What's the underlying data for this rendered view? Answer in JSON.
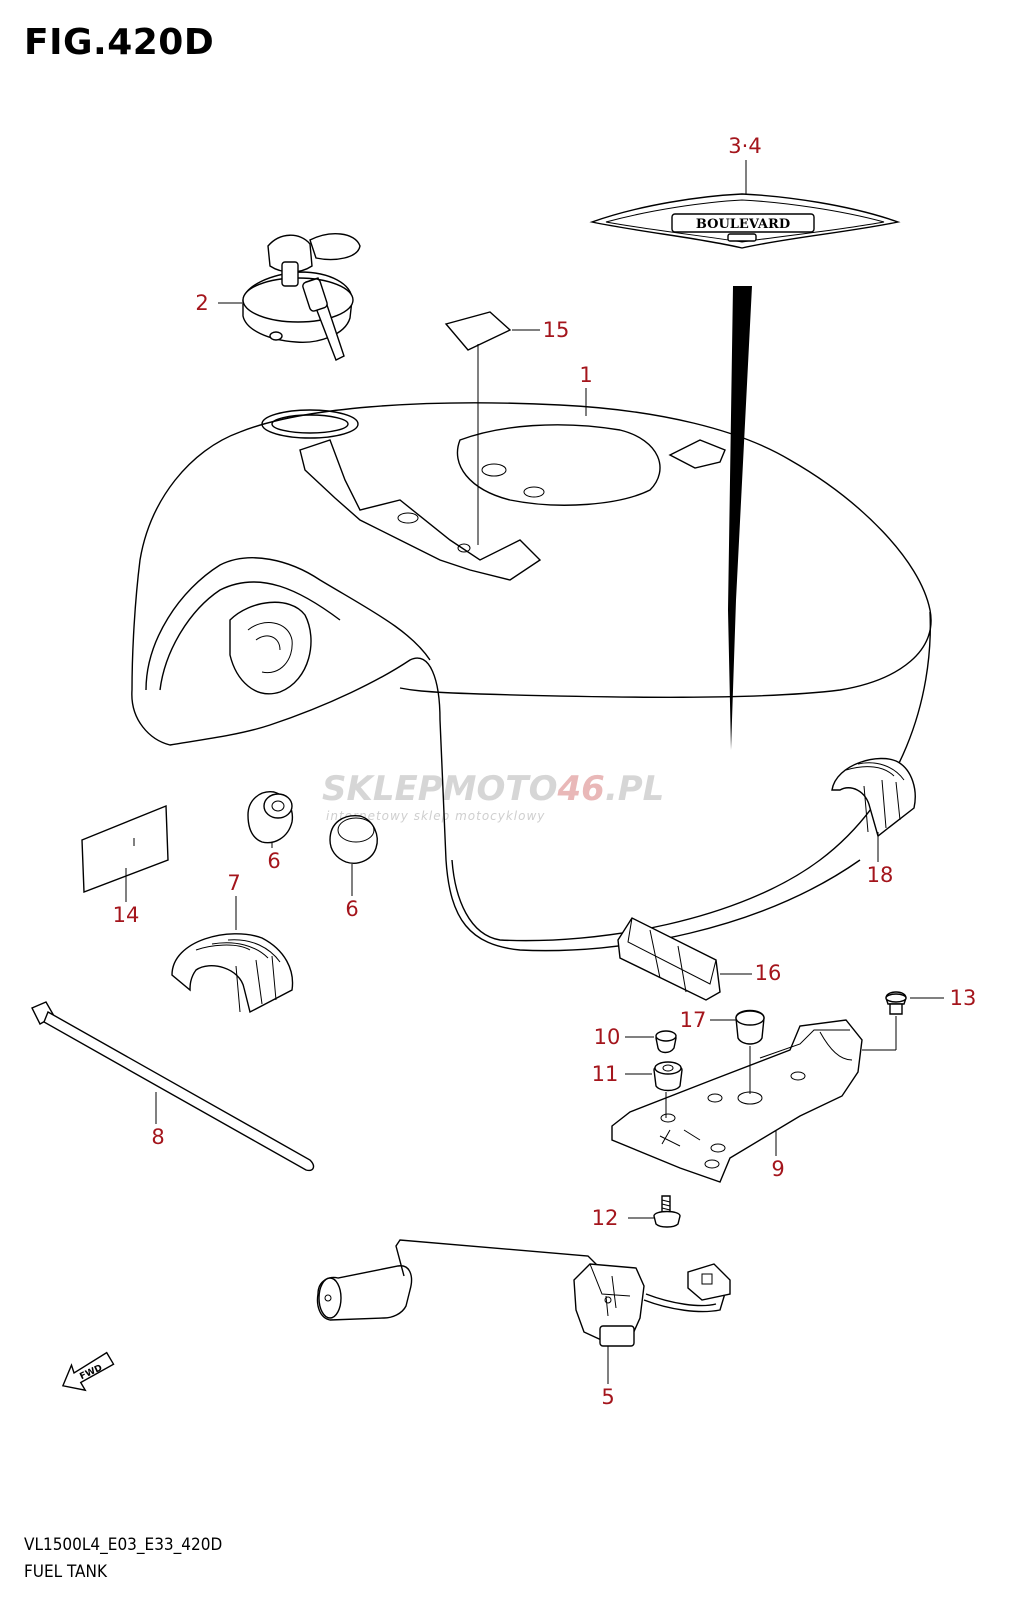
{
  "figure": {
    "title": "FIG.420D",
    "code": "VL1500L4_E03_E33_420D",
    "name": "FUEL TANK"
  },
  "callouts": {
    "c1": "1",
    "c2": "2",
    "c34": "3·4",
    "c5": "5",
    "c6a": "6",
    "c6b": "6",
    "c7": "7",
    "c8": "8",
    "c9": "9",
    "c10": "10",
    "c11": "11",
    "c12": "12",
    "c13": "13",
    "c14": "14",
    "c15": "15",
    "c16": "16",
    "c17": "17",
    "c18": "18"
  },
  "emblem_text": "BOULEVARD",
  "fwd_label": "FWD",
  "watermark": {
    "brand_a": "SKLEP",
    "brand_b": "MOTO",
    "brand_c": "46",
    "brand_d": ".PL",
    "tagline": "internetowy sklep motocyklowy"
  },
  "colors": {
    "callout": "#a4151c",
    "line": "#000000",
    "background": "#ffffff"
  }
}
